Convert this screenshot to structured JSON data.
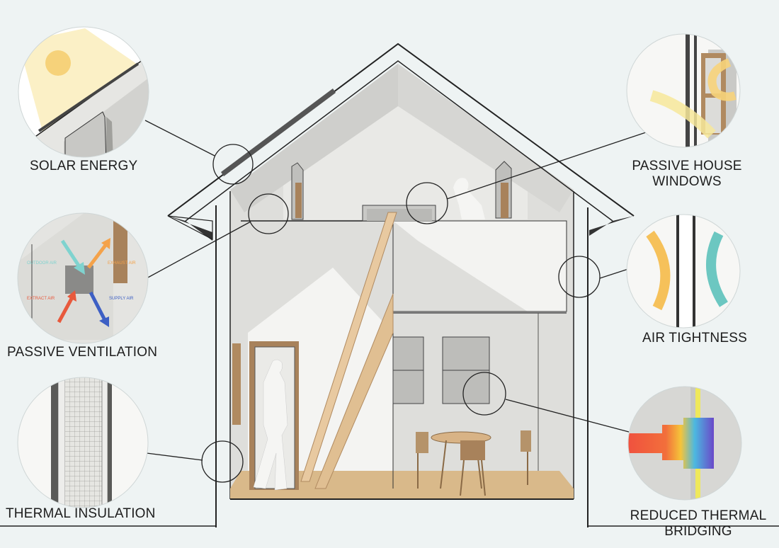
{
  "features": {
    "solar_energy": "SOLAR ENERGY",
    "passive_ventilation": "PASSIVE VENTILATION",
    "thermal_insulation": "THERMAL INSULATION",
    "passive_windows_line1": "PASSIVE HOUSE",
    "passive_windows_line2": "WINDOWS",
    "air_tightness": "AIR TIGHTNESS",
    "thermal_bridging_line1": "REDUCED THERMAL",
    "thermal_bridging_line2": "BRIDGING"
  },
  "ventilation_labels": {
    "outdoor_air": "OUTDOOR AIR",
    "exhaust_air": "EXHAUST AIR",
    "extract_air": "EXTRACT AIR",
    "supply_air": "SUPPLY AIR"
  },
  "colors": {
    "background": "#eef3f3",
    "outdoor_air": "#7fd3cf",
    "exhaust_air": "#f4a24a",
    "extract_air": "#e8593c",
    "supply_air": "#3d5fc4",
    "sun": "#f6d27a",
    "wood": "#d9b98a"
  }
}
